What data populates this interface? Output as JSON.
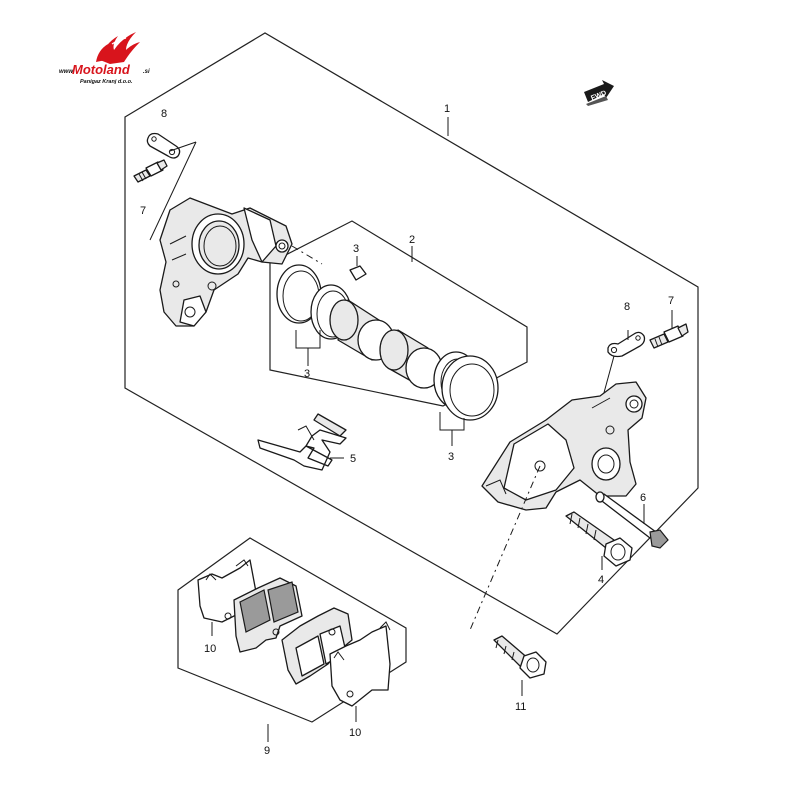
{
  "logo": {
    "prefix": "www.",
    "name": "Motoland",
    "suffix": ".si",
    "tagline": "Panigaz Kranj d.o.o.",
    "color": "#d8141c"
  },
  "fwd_label": "FWD",
  "callouts": [
    "1",
    "2",
    "3",
    "3",
    "3",
    "4",
    "5",
    "6",
    "7",
    "7",
    "8",
    "8",
    "9",
    "10",
    "10",
    "11"
  ]
}
